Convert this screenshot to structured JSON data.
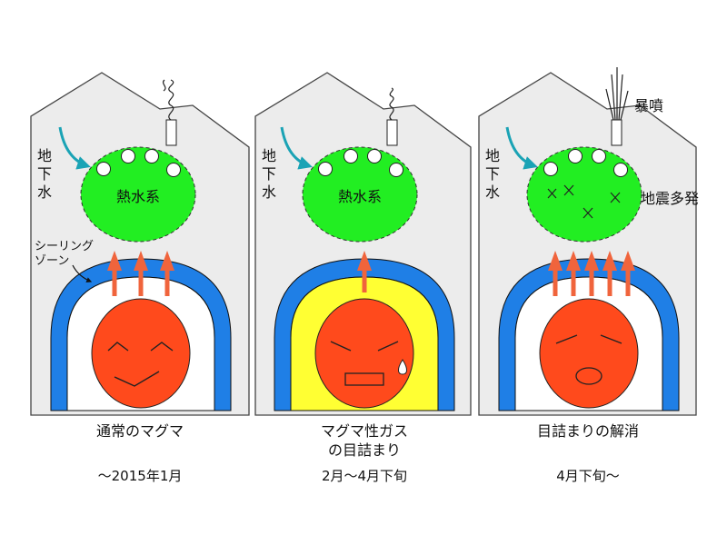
{
  "labels": {
    "groundwater": "地下水",
    "hydrothermal": "熱水系",
    "sealing_zone_line1": "シーリング",
    "sealing_zone_line2": "ゾーン",
    "eruption": "暴噴",
    "earthquakes": "地震多発"
  },
  "panels": [
    {
      "caption_line1": "通常のマグマ",
      "caption_line2": "",
      "period": "〜2015年1月",
      "arrows": 3
    },
    {
      "caption_line1": "マグマ性ガス",
      "caption_line2": "の目詰まり",
      "period": "2月〜4月下旬",
      "arrows": 1
    },
    {
      "caption_line1": "目詰まりの解消",
      "caption_line2": "",
      "period": "4月下旬〜",
      "arrows": 5
    }
  ],
  "colors": {
    "mountain": "#ececec",
    "hydrothermal": "#22ee22",
    "sealing_zone": "#1f7fe6",
    "magma": "#ff4a1c",
    "gas": "#ffff33",
    "arrow": "#f0643c",
    "groundwater_arrow": "#1aa3b5"
  }
}
